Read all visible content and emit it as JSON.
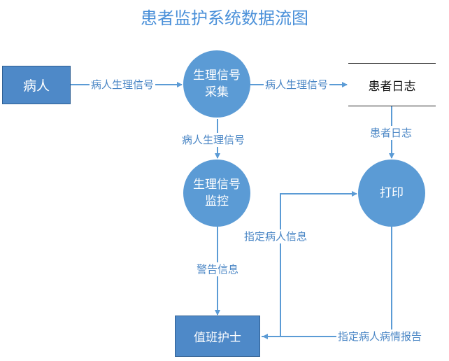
{
  "title": "患者监护系统数据流图",
  "colors": {
    "entity_fill": "#4e89c8",
    "process_fill": "#5b9bd5",
    "arrow": "#5b9bd5",
    "label_text": "#4a86c5"
  },
  "entities": {
    "patient": "病人",
    "nurse": "值班护士"
  },
  "processes": {
    "collect": "生理信号采集",
    "monitor": "生理信号监控",
    "print": "打印"
  },
  "stores": {
    "patient_log": "患者日志"
  },
  "flows": {
    "patient_to_collect": "病人生理信号",
    "collect_to_log": "病人生理信号",
    "collect_to_monitor": "病人生理信号",
    "log_to_print": "患者日志",
    "monitor_to_nurse": "警告信息",
    "nurse_to_print": "指定病人信息",
    "print_to_nurse": "指定病人病情报告"
  }
}
